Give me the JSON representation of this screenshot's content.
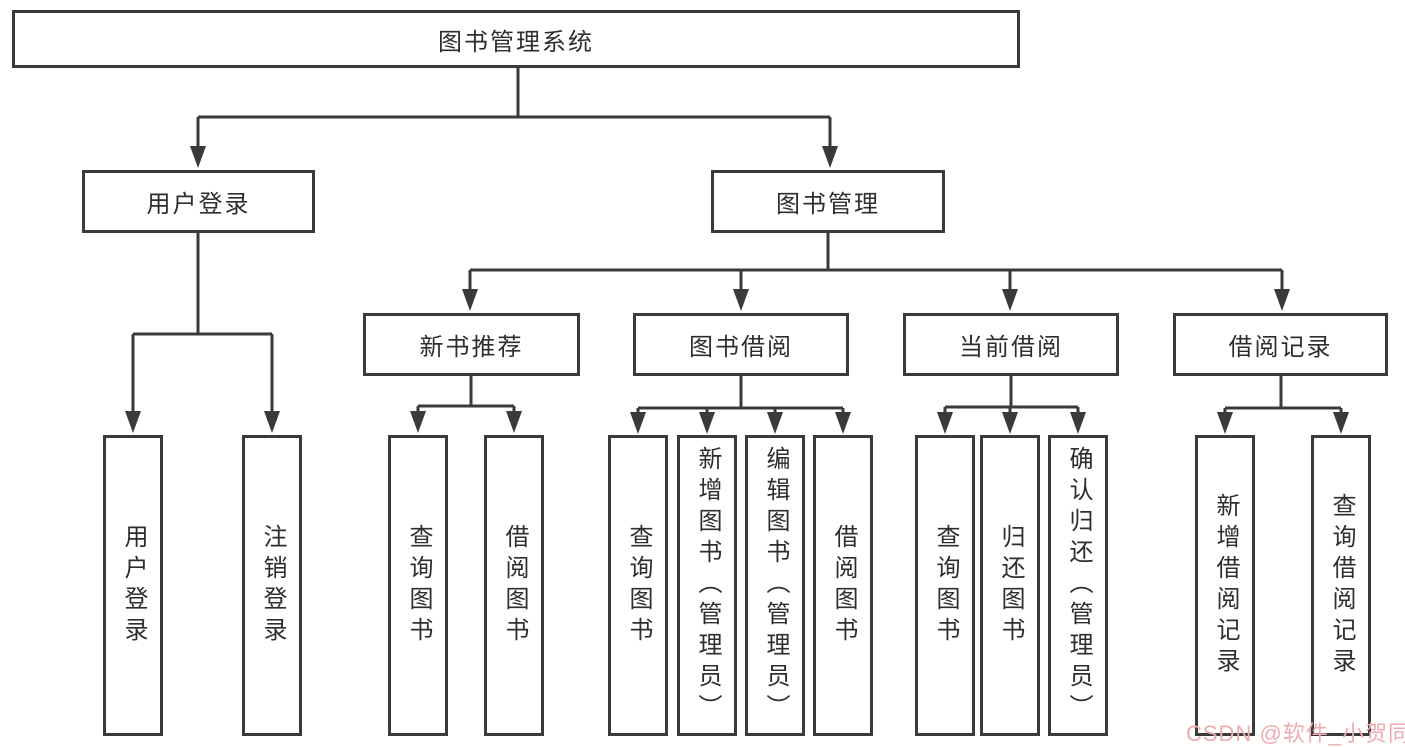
{
  "diagram": {
    "kind": "functional-structure-tree",
    "colors": {
      "background": "#ffffff",
      "line": "#3a3a3a",
      "box_border": "#3a3a3a",
      "text": "#2e2e2e",
      "watermark": "#efacae"
    },
    "watermark": "CSDN @软件_小贺同学"
  },
  "nodes": {
    "root": "图书管理系统",
    "userLogin": "用户登录",
    "bookMgmt": "图书管理",
    "newBookRec": "新书推荐",
    "bookBorrow": "图书借阅",
    "currentBorrow": "当前借阅",
    "borrowRecords": "借阅记录",
    "leafUserLogin": "用户登录",
    "leafLogout": "注销登录",
    "recQuery": "查询图书",
    "recBorrow": "借阅图书",
    "bbQuery": "查询图书",
    "bbAdd": "新增图书（管理员）",
    "bbEdit": "编辑图书（管理员）",
    "bbBorrow": "借阅图书",
    "cbQuery": "查询图书",
    "cbReturn": "归还图书",
    "cbConfirm": "确认归还（管理员）",
    "brAdd": "新增借阅记录",
    "brQuery": "查询借阅记录"
  },
  "hierarchy": {
    "图书管理系统": {
      "用户登录": [
        "用户登录",
        "注销登录"
      ],
      "图书管理": {
        "新书推荐": [
          "查询图书",
          "借阅图书"
        ],
        "图书借阅": [
          "查询图书",
          "新增图书（管理员）",
          "编辑图书（管理员）",
          "借阅图书"
        ],
        "当前借阅": [
          "查询图书",
          "归还图书",
          "确认归还（管理员）"
        ],
        "借阅记录": [
          "新增借阅记录",
          "查询借阅记录"
        ]
      }
    }
  }
}
